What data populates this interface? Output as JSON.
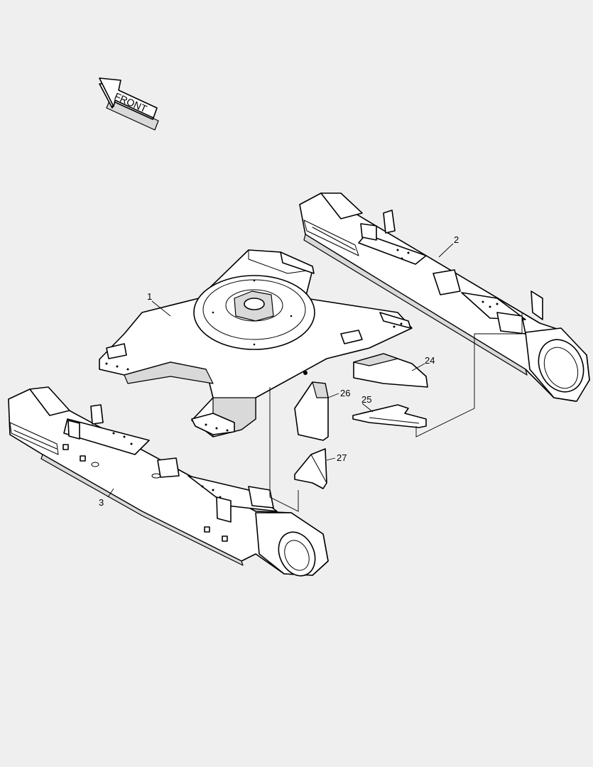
{
  "front_arrow": {
    "label": "FRONT"
  },
  "callouts": {
    "c1": "1",
    "c2": "2",
    "c3": "3",
    "c24": "24",
    "c25": "25",
    "c26": "26",
    "c27": "27"
  }
}
